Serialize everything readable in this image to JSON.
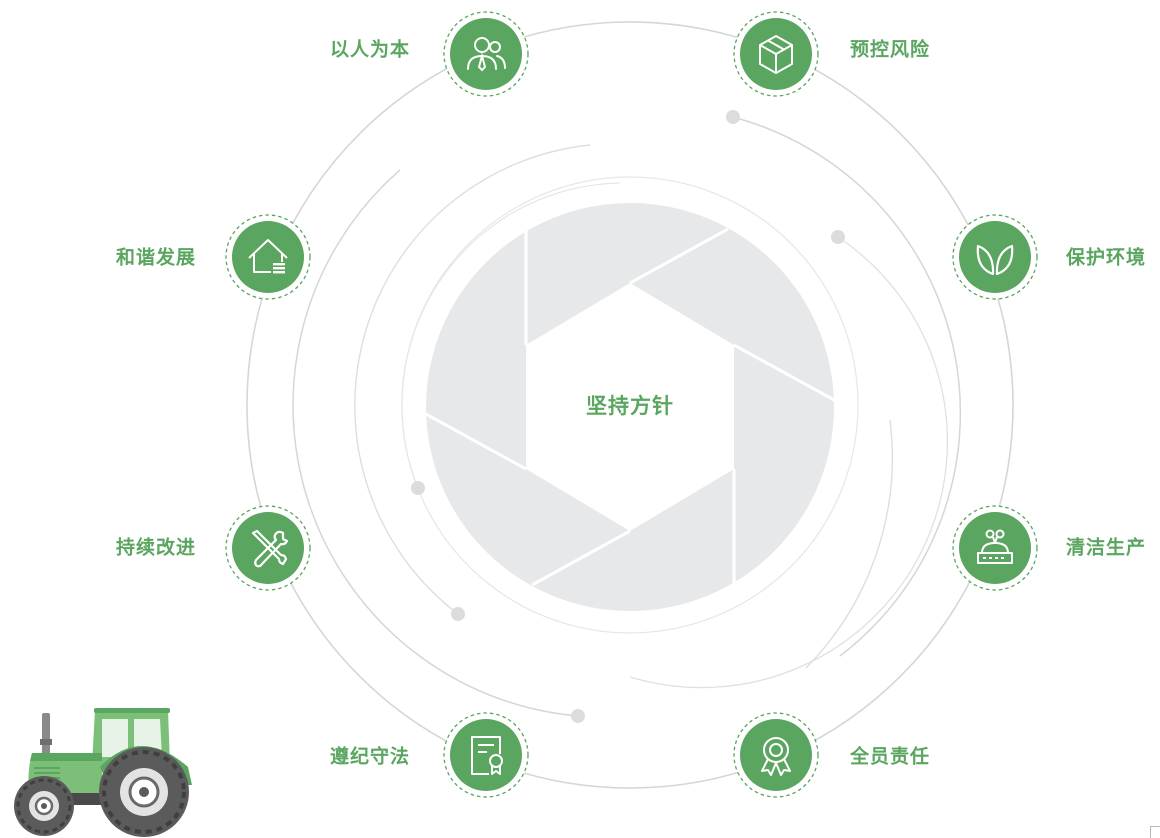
{
  "center": {
    "label": "坚持方针"
  },
  "colors": {
    "green": "#5aa55f",
    "green_light": "#8fc78d",
    "ring": "#d4d4d4",
    "aperture": "#e7e8ea"
  },
  "nodes": [
    {
      "label": "以人为本",
      "icon": "people-icon"
    },
    {
      "label": "预控风险",
      "icon": "cube-icon"
    },
    {
      "label": "和谐发展",
      "icon": "house-icon"
    },
    {
      "label": "保护环境",
      "icon": "leaf-icon"
    },
    {
      "label": "持续改进",
      "icon": "tools-icon"
    },
    {
      "label": "清洁生产",
      "icon": "device-icon"
    },
    {
      "label": "遵纪守法",
      "icon": "certificate-icon"
    },
    {
      "label": "全员责任",
      "icon": "award-icon"
    }
  ]
}
